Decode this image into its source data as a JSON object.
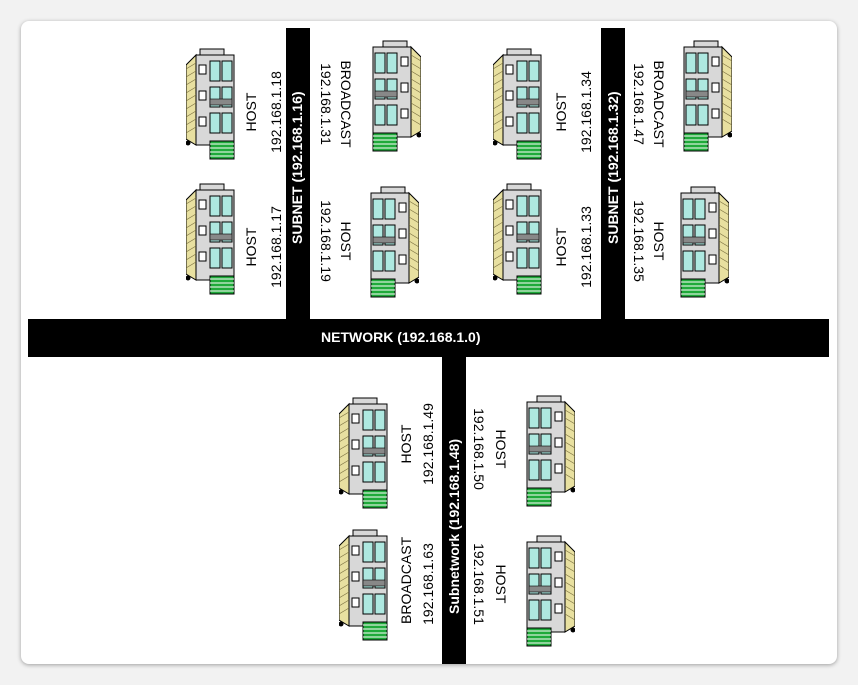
{
  "network": {
    "label": "NETWORK (192.168.1.0)"
  },
  "subnets": [
    {
      "label": "SUBNET (192.168.1.16)"
    },
    {
      "label": "SUBNET (192.168.1.32)"
    },
    {
      "label": "Subnetwork (192.168.1.48)"
    }
  ],
  "nodes": [
    {
      "id": "h18",
      "role": "HOST",
      "ip": "192.168.1.18"
    },
    {
      "id": "b31",
      "role": "BROADCAST",
      "ip": "192.168.1.31"
    },
    {
      "id": "h17",
      "role": "HOST",
      "ip": "192.168.1.17"
    },
    {
      "id": "h19",
      "role": "HOST",
      "ip": "192.168.1.19"
    },
    {
      "id": "h34",
      "role": "HOST",
      "ip": "192.168.1.34"
    },
    {
      "id": "b47",
      "role": "BROADCAST",
      "ip": "192.168.1.47"
    },
    {
      "id": "h33",
      "role": "HOST",
      "ip": "192.168.1.33"
    },
    {
      "id": "h35",
      "role": "HOST",
      "ip": "192.168.1.35"
    },
    {
      "id": "h49",
      "role": "HOST",
      "ip": "192.168.1.49"
    },
    {
      "id": "h50",
      "role": "HOST",
      "ip": "192.168.1.50"
    },
    {
      "id": "b63",
      "role": "BROADCAST",
      "ip": "192.168.1.63"
    },
    {
      "id": "h51",
      "role": "HOST",
      "ip": "192.168.1.51"
    }
  ],
  "colors": {
    "bar": "#000000",
    "window": "#aee8e0",
    "green_stripe": "#1faa3a",
    "roof_hatch": "#e8e0a0",
    "building_body": "#d8d8d8"
  }
}
